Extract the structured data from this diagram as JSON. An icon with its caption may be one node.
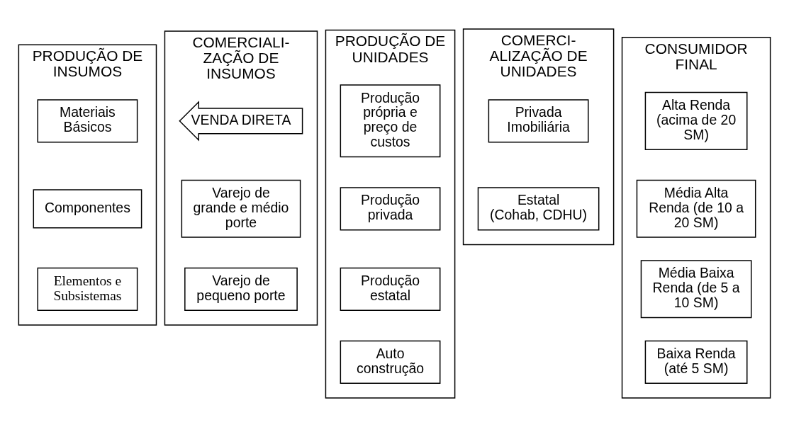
{
  "diagram": {
    "nodes": [
      {
        "text": [
          "PRODUÇÃO DE INSUMOS"
        ]
      },
      {
        "text": [
          "Materiais Básicos"
        ],
        "in": 0
      },
      {
        "text": [
          "Componentes"
        ],
        "in": 0
      },
      {
        "text": [
          "Elementos e Subsistemas"
        ],
        "in": 0
      },
      {
        "text": [
          "COMERCIALI- ZAÇÃO DE INSUMOS"
        ]
      },
      {
        "text": [
          "VENDA DIRETA"
        ],
        "in": 4
      },
      {
        "text": [
          "Varejo de grande e médio porte"
        ],
        "in": 4
      },
      {
        "text": [
          "Varejo de pequeno porte"
        ],
        "in": 4
      },
      {
        "text": [
          "PRODUÇÃO DE UNIDADES"
        ]
      },
      {
        "text": [
          "Produção própria e preço de custos"
        ],
        "in": 8
      },
      {
        "text": [
          "Produção privada"
        ],
        "in": 8
      },
      {
        "text": [
          "Produção estatal"
        ],
        "in": 8
      },
      {
        "text": [
          "Auto construção"
        ],
        "in": 8
      },
      {
        "text": [
          "COMERCI- ALIZAÇÃO DE UNIDADES"
        ]
      },
      {
        "text": [
          "Privada Imobiliária"
        ],
        "in": 13
      },
      {
        "text": [
          "Estatal (Cohab, CDHU)"
        ],
        "in": 13
      },
      {
        "text": [
          "CONSUMIDOR FINAL"
        ]
      },
      {
        "text": [
          "Alta Renda (acima de 20 SM)"
        ],
        "in": 16
      },
      {
        "text": [
          "Média Alta Renda (de 10 a 20 SM)"
        ],
        "in": 16
      },
      {
        "text": [
          "Média Baixa Renda (de 5 a 10 SM)"
        ],
        "in": 16
      },
      {
        "text": [
          "Baixa Renda (até 5 SM)"
        ],
        "in": 16
      }
    ],
    "edges": []
  }
}
